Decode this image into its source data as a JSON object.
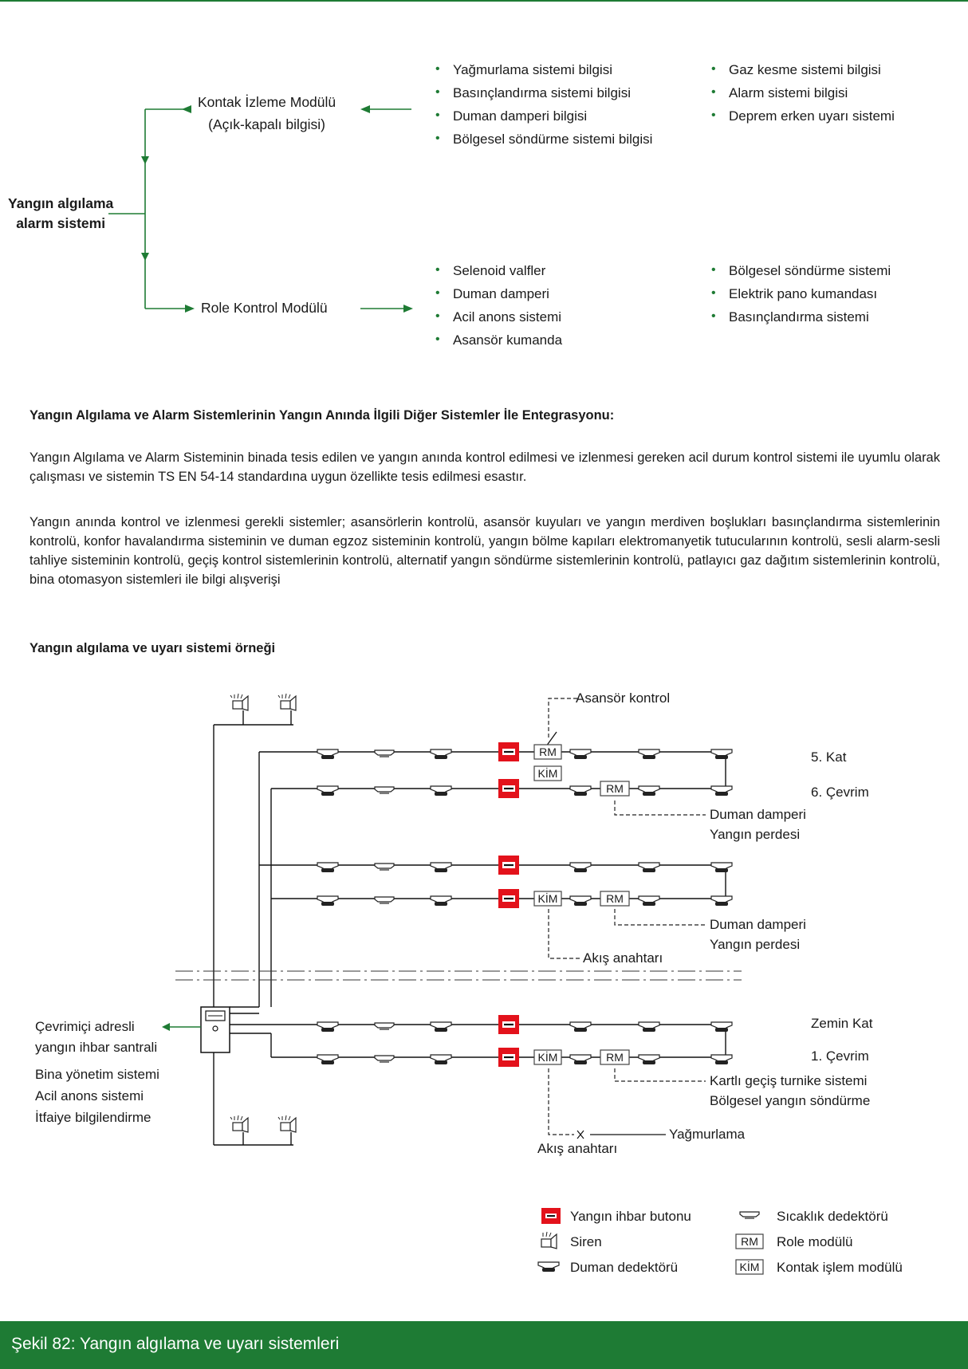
{
  "colors": {
    "accent": "#1e7b34",
    "button_red": "#e3121b"
  },
  "flow": {
    "root": [
      "Yangın algılama",
      "alarm sistemi"
    ],
    "contact_module": [
      "Kontak İzleme Modülü",
      "(Açık-kapalı bilgisi)"
    ],
    "relay_module": "Role Kontrol Modülü",
    "contact_items_left": [
      "Yağmurlama sistemi bilgisi",
      "Basınçlandırma sistemi bilgisi",
      "Duman damperi bilgisi",
      "Bölgesel söndürme sistemi bilgisi"
    ],
    "contact_items_right": [
      "Gaz kesme sistemi bilgisi",
      "Alarm sistemi bilgisi",
      "Deprem erken uyarı sistemi"
    ],
    "relay_items_left": [
      "Selenoid valfler",
      "Duman damperi",
      "Acil anons sistemi",
      "Asansör kumanda"
    ],
    "relay_items_right": [
      "Bölgesel söndürme sistemi",
      "Elektrik pano kumandası",
      "Basınçlandırma sistemi"
    ]
  },
  "section_heading": "Yangın Algılama ve Alarm Sistemlerinin Yangın Anında İlgili Diğer Sistemler İle Entegrasyonu:",
  "paragraph_1": "Yangın Algılama ve Alarm Sisteminin binada tesis edilen ve yangın anında kontrol edilmesi ve izlenmesi gereken acil durum kontrol sistemi ile uyumlu olarak çalışması ve sistemin TS EN 54-14 standardına uygun özellikte tesis edilmesi esastır.",
  "paragraph_2": "Yangın anında kontrol ve izlenmesi gerekli sistemler; asansörlerin kontrolü, asansör kuyuları ve yangın merdiven boşlukları basınçlandırma sistemlerinin kontrolü, konfor havalandırma sisteminin ve duman egzoz sisteminin kontrolü, yangın bölme kapıları elektromanyetik tutucularının kontrolü, sesli alarm-sesli tahliye sisteminin kontrolü, geçiş kontrol sistemlerinin kontrolü, alternatif yangın söndürme sistemlerinin kontrolü, patlayıcı gaz dağıtım sistemlerinin kontrolü, bina otomasyon sistemleri ile bilgi alışverişi",
  "example_heading": "Yangın algılama ve uyarı sistemi örneği",
  "schematic": {
    "floor_top": "5. Kat",
    "loop_top": "6. Çevrim",
    "floor_bottom": "Zemin Kat",
    "loop_bottom": "1. Çevrim",
    "elevator": "Asansör kontrol",
    "damper_1": "Duman damperi",
    "curtain_1": "Yangın perdesi",
    "damper_2": "Duman damperi",
    "curtain_2": "Yangın perdesi",
    "flow_switch_1": "Akış anahtarı",
    "turnstile": "Kartlı geçiş turnike sistemi",
    "zone_ext": "Bölgesel yangın söndürme",
    "sprinkler": "Yağmurlama",
    "flow_switch_2": "Akış anahtarı",
    "panel": [
      "Çevrimiçi adresli",
      "yangın ihbar santrali"
    ],
    "outputs": [
      "Bina yönetim sistemi",
      "Acil anons sistemi",
      "İtfaiye bilgilendirme"
    ],
    "rm": "RM",
    "kim": "KİM"
  },
  "legend": {
    "button": "Yangın ihbar butonu",
    "siren": "Siren",
    "smoke": "Duman dedektörü",
    "heat": "Sıcaklık dedektörü",
    "rm_box": "RM",
    "rm": "Role modülü",
    "kim_box": "KİM",
    "kim": "Kontak işlem modülü"
  },
  "caption": "Şekil 82: Yangın algılama ve uyarı sistemleri"
}
